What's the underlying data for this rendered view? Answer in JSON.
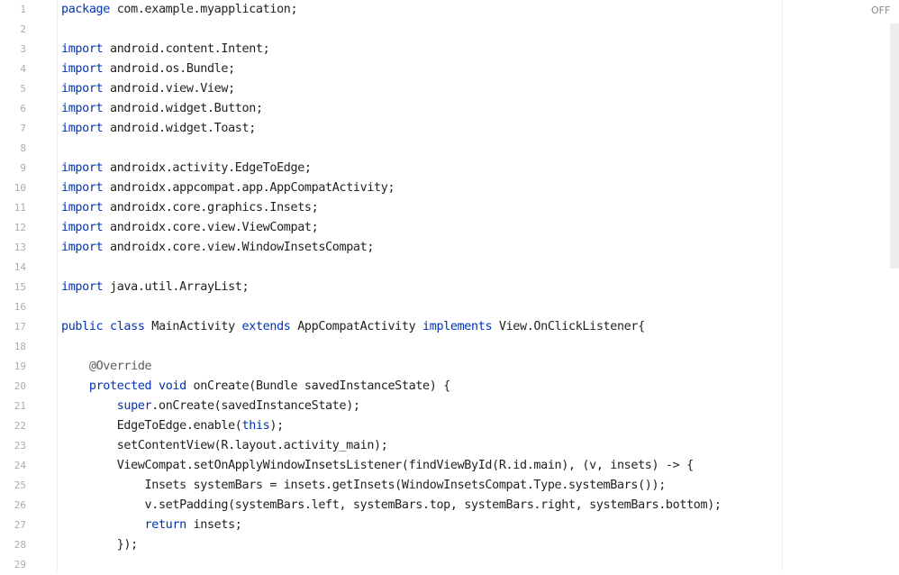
{
  "status": {
    "off_label": "OFF"
  },
  "lines": [
    [
      {
        "t": "kw",
        "v": "package"
      },
      {
        "t": "p",
        "v": " com.example.myapplication;"
      }
    ],
    [],
    [
      {
        "t": "kw",
        "v": "import"
      },
      {
        "t": "p",
        "v": " android.content.Intent;"
      }
    ],
    [
      {
        "t": "kw",
        "v": "import"
      },
      {
        "t": "p",
        "v": " android.os.Bundle;"
      }
    ],
    [
      {
        "t": "kw",
        "v": "import"
      },
      {
        "t": "p",
        "v": " android.view.View;"
      }
    ],
    [
      {
        "t": "kw",
        "v": "import"
      },
      {
        "t": "p",
        "v": " android.widget.Button;"
      }
    ],
    [
      {
        "t": "kw",
        "v": "import"
      },
      {
        "t": "p",
        "v": " android.widget.Toast;"
      }
    ],
    [],
    [
      {
        "t": "kw",
        "v": "import"
      },
      {
        "t": "p",
        "v": " androidx.activity.EdgeToEdge;"
      }
    ],
    [
      {
        "t": "kw",
        "v": "import"
      },
      {
        "t": "p",
        "v": " androidx.appcompat.app.AppCompatActivity;"
      }
    ],
    [
      {
        "t": "kw",
        "v": "import"
      },
      {
        "t": "p",
        "v": " androidx.core.graphics.Insets;"
      }
    ],
    [
      {
        "t": "kw",
        "v": "import"
      },
      {
        "t": "p",
        "v": " androidx.core.view.ViewCompat;"
      }
    ],
    [
      {
        "t": "kw",
        "v": "import"
      },
      {
        "t": "p",
        "v": " androidx.core.view.WindowInsetsCompat;"
      }
    ],
    [],
    [
      {
        "t": "kw",
        "v": "import"
      },
      {
        "t": "p",
        "v": " java.util.ArrayList;"
      }
    ],
    [],
    [
      {
        "t": "kw",
        "v": "public class"
      },
      {
        "t": "p",
        "v": " MainActivity "
      },
      {
        "t": "kw",
        "v": "extends"
      },
      {
        "t": "p",
        "v": " AppCompatActivity "
      },
      {
        "t": "kw",
        "v": "implements"
      },
      {
        "t": "p",
        "v": " View.OnClickListener{"
      }
    ],
    [],
    [
      {
        "t": "p",
        "v": "    "
      },
      {
        "t": "ann",
        "v": "@Override"
      }
    ],
    [
      {
        "t": "p",
        "v": "    "
      },
      {
        "t": "kw",
        "v": "protected void"
      },
      {
        "t": "p",
        "v": " onCreate(Bundle savedInstanceState) {"
      }
    ],
    [
      {
        "t": "p",
        "v": "        "
      },
      {
        "t": "kw",
        "v": "super"
      },
      {
        "t": "p",
        "v": ".onCreate(savedInstanceState);"
      }
    ],
    [
      {
        "t": "p",
        "v": "        EdgeToEdge.enable("
      },
      {
        "t": "kw",
        "v": "this"
      },
      {
        "t": "p",
        "v": ");"
      }
    ],
    [
      {
        "t": "p",
        "v": "        setContentView(R.layout.activity_main);"
      }
    ],
    [
      {
        "t": "p",
        "v": "        ViewCompat.setOnApplyWindowInsetsListener(findViewById(R.id.main), (v, insets) -> {"
      }
    ],
    [
      {
        "t": "p",
        "v": "            Insets systemBars = insets.getInsets(WindowInsetsCompat.Type.systemBars());"
      }
    ],
    [
      {
        "t": "p",
        "v": "            v.setPadding(systemBars.left, systemBars.top, systemBars.right, systemBars.bottom);"
      }
    ],
    [
      {
        "t": "p",
        "v": "            "
      },
      {
        "t": "kw",
        "v": "return"
      },
      {
        "t": "p",
        "v": " insets;"
      }
    ],
    [
      {
        "t": "p",
        "v": "        });"
      }
    ],
    []
  ]
}
